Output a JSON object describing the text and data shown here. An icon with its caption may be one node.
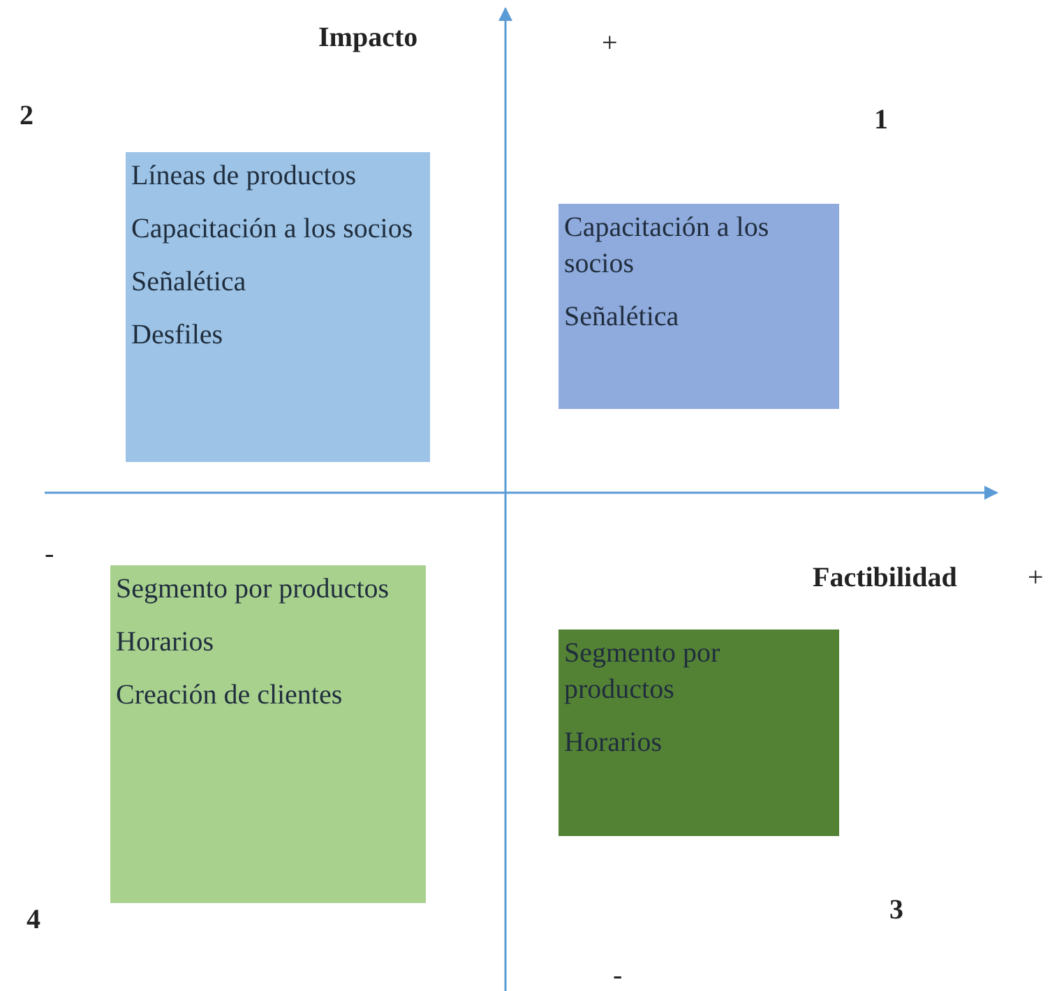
{
  "diagram": {
    "nodes": [
      {
        "text": [
          "Líneas de productos",
          "Capacitación a los socios",
          "Señalética",
          "Desfiles"
        ]
      },
      {
        "text": [
          "Capacitación a los socios",
          "Señalética"
        ]
      },
      {
        "text": [
          "Segmento por productos",
          "Horarios",
          "Creación de clientes"
        ]
      },
      {
        "text": [
          "Segmento por productos",
          "Horarios"
        ]
      }
    ],
    "labels": [
      "Impacto",
      "+",
      "2",
      "1",
      "-",
      "Factibilidad",
      "+",
      "4",
      "3",
      "-"
    ]
  }
}
